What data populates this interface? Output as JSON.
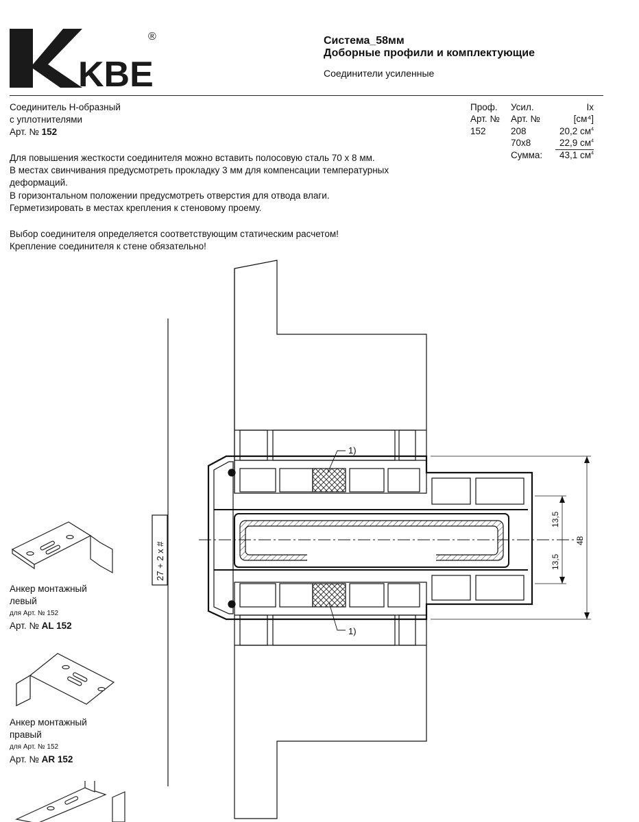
{
  "brand": {
    "name": "KBE",
    "registered": "®"
  },
  "header": {
    "title_line1": "Система_58мм",
    "title_line2": "Доборные профили и комплектующие",
    "subtitle": "Соединители усиленные"
  },
  "product": {
    "name_line1": "Соединитель Н-образный",
    "name_line2": "с уплотнителями",
    "art_label": "Арт. №",
    "art_number": "152"
  },
  "spec_table": {
    "col1_head1": "Проф.",
    "col1_head2": "Арт. №",
    "col1_value": "152",
    "col2_head1": "Усил.",
    "col2_head2": "Арт. №",
    "col3_head1": "Ix",
    "col3_head2": "[см⁴]",
    "rows": [
      {
        "label": "208",
        "value": "20,2 см",
        "exp": "4"
      },
      {
        "label": "70x8",
        "value": "22,9 см",
        "exp": "4"
      }
    ],
    "sum_label": "Сумма:",
    "sum_value": "43,1 см",
    "sum_exp": "4"
  },
  "notes": [
    "Для повышения жесткости соединителя можно вставить полосовую сталь 70 x 8 мм.",
    "В местах свинчивания предусмотреть прокладку 3 мм для компенсации температурных",
    "деформаций.",
    "В горизонтальном положении предусмотреть отверстия для отвода влаги.",
    "Герметизировать в местах крепления к стеновому проему."
  ],
  "warnings": [
    "Выбор соединителя определяется соответствующим статическим расчетом!",
    "Крепление соединителя к стене обязательно!"
  ],
  "accessories": [
    {
      "name_line1": "Анкер монтажный",
      "name_line2": "левый",
      "for_text": "для Арт. № 152",
      "art_label": "Арт. №",
      "art_number": "AL 152"
    },
    {
      "name_line1": "Анкер монтажный",
      "name_line2": "правый",
      "for_text": "для Арт. № 152",
      "art_label": "Арт. №",
      "art_number": "AR 152"
    }
  ],
  "drawing": {
    "callout1": "1)",
    "callout2": "1)",
    "dim_left": "27 + 2 x #",
    "dim_13_5_top": "13,5",
    "dim_13_5_bottom": "13,5",
    "dim_48": "48",
    "line_color": "#111111"
  }
}
